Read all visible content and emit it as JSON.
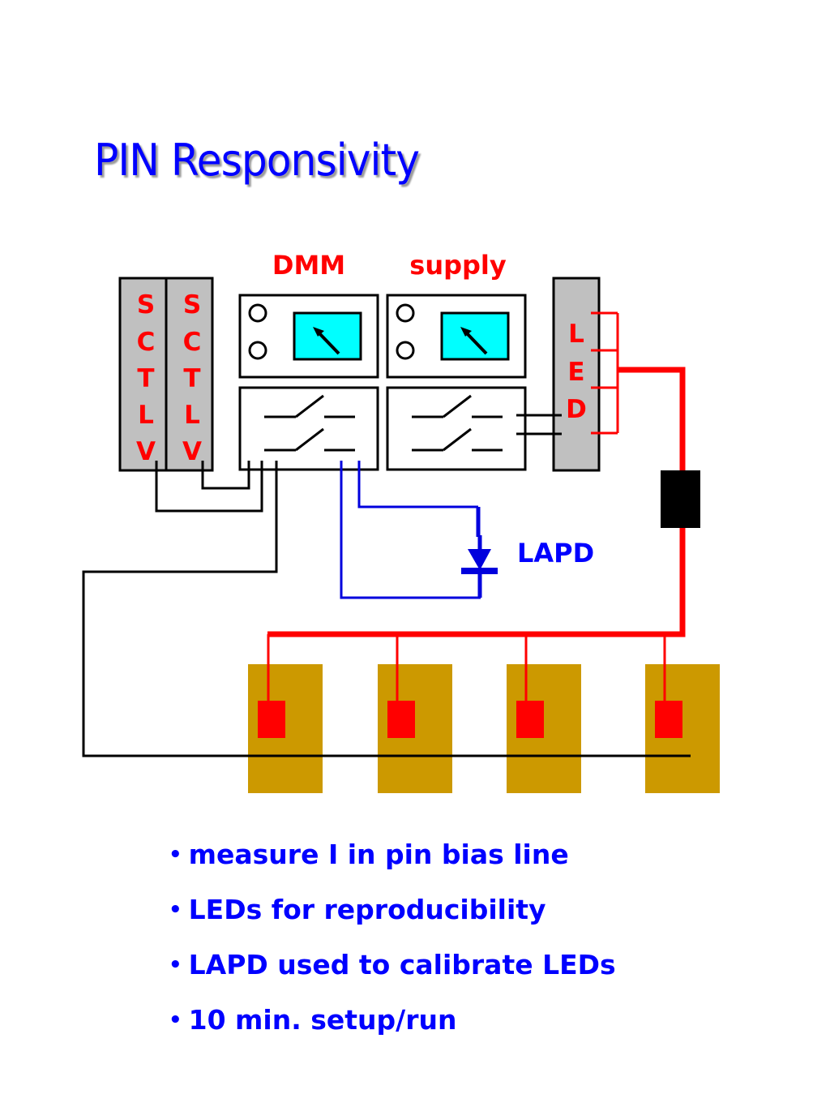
{
  "slide": {
    "title": "PIN Responsivity"
  },
  "diagram": {
    "labels": {
      "dmm": "DMM",
      "supply": "supply",
      "lapd": "LAPD"
    },
    "sctlv_units": [
      {
        "letters": [
          "S",
          "C",
          "T",
          "L",
          "V"
        ]
      },
      {
        "letters": [
          "S",
          "C",
          "T",
          "L",
          "V"
        ]
      }
    ],
    "led_unit": {
      "letters": [
        "L",
        "E",
        "D"
      ]
    },
    "pin_boards_count": 4,
    "colors": {
      "title": "#0000ff",
      "label_red": "#ff0000",
      "wire_red": "#ff0000",
      "wire_blue": "#0000dd",
      "wire_black": "#000000",
      "rack_gray": "#c0c0c0",
      "meter_screen": "#00ffff",
      "pin_board": "#cc9900",
      "pin_diode": "#ff0000"
    }
  },
  "bullets": [
    {
      "text": "measure I in pin bias line"
    },
    {
      "text": "LEDs for reproducibility"
    },
    {
      "text": "LAPD used to calibrate LEDs"
    },
    {
      "text": "10 min. setup/run"
    }
  ]
}
